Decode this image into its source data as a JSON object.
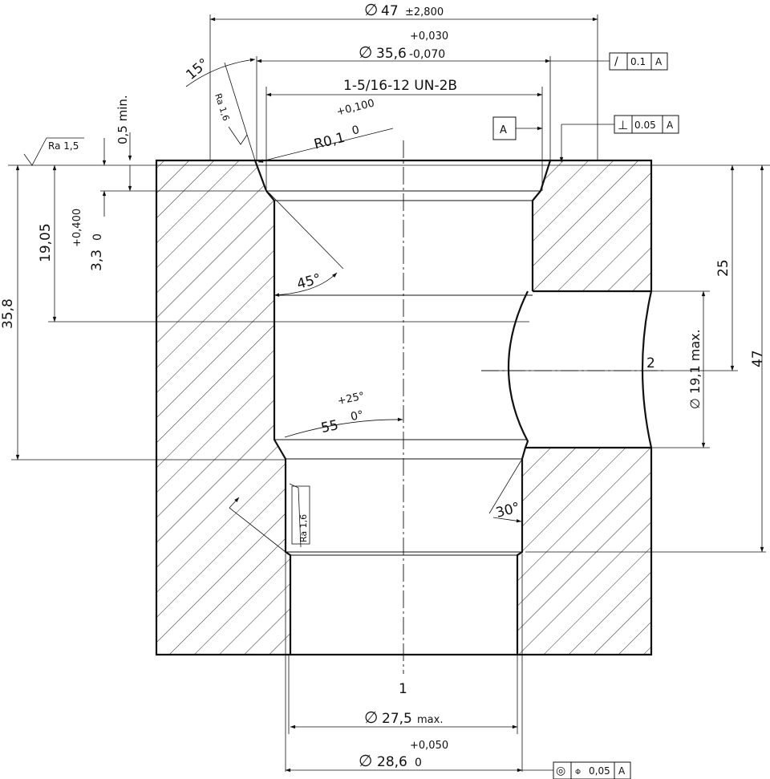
{
  "dimensions": {
    "d47": {
      "sym": "∅",
      "value": "47",
      "tol": "±2,800"
    },
    "d356": {
      "sym": "∅",
      "value": "35,6",
      "upper": "+0,030",
      "lower": "-0,070"
    },
    "thread": "1-5/16-12 UN-2B",
    "r01": {
      "value": "R0,1",
      "upper": "+0,100",
      "lower": "0"
    },
    "angle15": "15°",
    "angle45": "45°",
    "angle55": {
      "value": "55",
      "upper": "+25°",
      "lower": "0°"
    },
    "angle30": "30°",
    "min05": "0,5 min.",
    "d33": {
      "value": "3,3",
      "upper": "+0,400",
      "lower": "0"
    },
    "h1905": "19,05",
    "h358": "35,8",
    "h25": "25",
    "h47": "47",
    "d191": "∅ 19,1 max.",
    "d275": {
      "sym": "∅",
      "value": "27,5",
      "suffix": "max."
    },
    "d286": {
      "sym": "∅",
      "value": "28,6",
      "upper": "+0,050",
      "lower": "0"
    }
  },
  "surface_finish": {
    "top": "Ra 1,5",
    "chamfer": "Ra 1,6",
    "bore": "Ra 1,6"
  },
  "tolerance_frames": {
    "runout": {
      "symbol": "/",
      "value": "0.1",
      "datum": "A"
    },
    "perpendicularity": {
      "symbol": "⊥",
      "value": "0.05",
      "datum": "A"
    },
    "concentricity": {
      "symbol": "◎",
      "modifier": "Φ",
      "value": "0,05",
      "datum": "A"
    }
  },
  "datum_label": "A",
  "item_labels": {
    "item1": "1",
    "item2": "2"
  }
}
